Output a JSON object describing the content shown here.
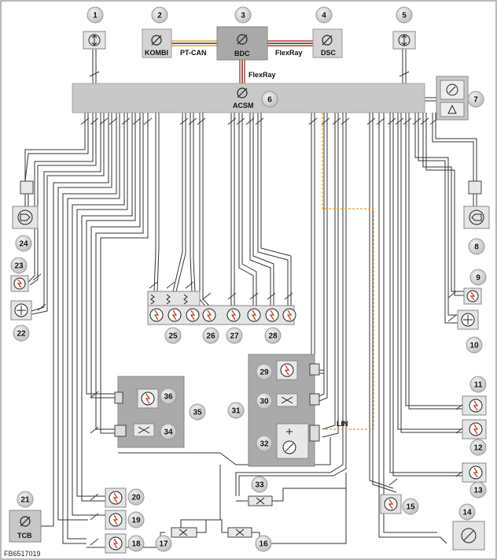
{
  "diagram": {
    "units": [
      {
        "id": "kombi",
        "label": "KOMBI"
      },
      {
        "id": "bdc",
        "label": "BDC"
      },
      {
        "id": "dsc",
        "label": "DSC"
      },
      {
        "id": "acsm",
        "label": "ACSM"
      },
      {
        "id": "tcb",
        "label": "TCB"
      }
    ],
    "bus_labels": {
      "ptcan": "PT-CAN",
      "flexray_top": "FlexRay",
      "flexray_down": "FlexRay",
      "lin": "LIN"
    },
    "callouts": [
      "1",
      "2",
      "3",
      "4",
      "5",
      "6",
      "7",
      "8",
      "9",
      "10",
      "11",
      "12",
      "13",
      "14",
      "15",
      "16",
      "17",
      "18",
      "19",
      "20",
      "21",
      "22",
      "23",
      "24",
      "25",
      "26",
      "27",
      "28",
      "29",
      "30",
      "31",
      "32",
      "33",
      "34",
      "35",
      "36"
    ],
    "footer_code": "FB6517019",
    "colors": {
      "module_fill": "#c8c8c8",
      "bdc_fill": "#a9a9a9",
      "wire": "#333333",
      "ptcan_orange": "#e8a030",
      "flexray_red": "#c83020",
      "lin_orange": "#f0a020",
      "badge_fill": "#d8d8d8"
    }
  }
}
